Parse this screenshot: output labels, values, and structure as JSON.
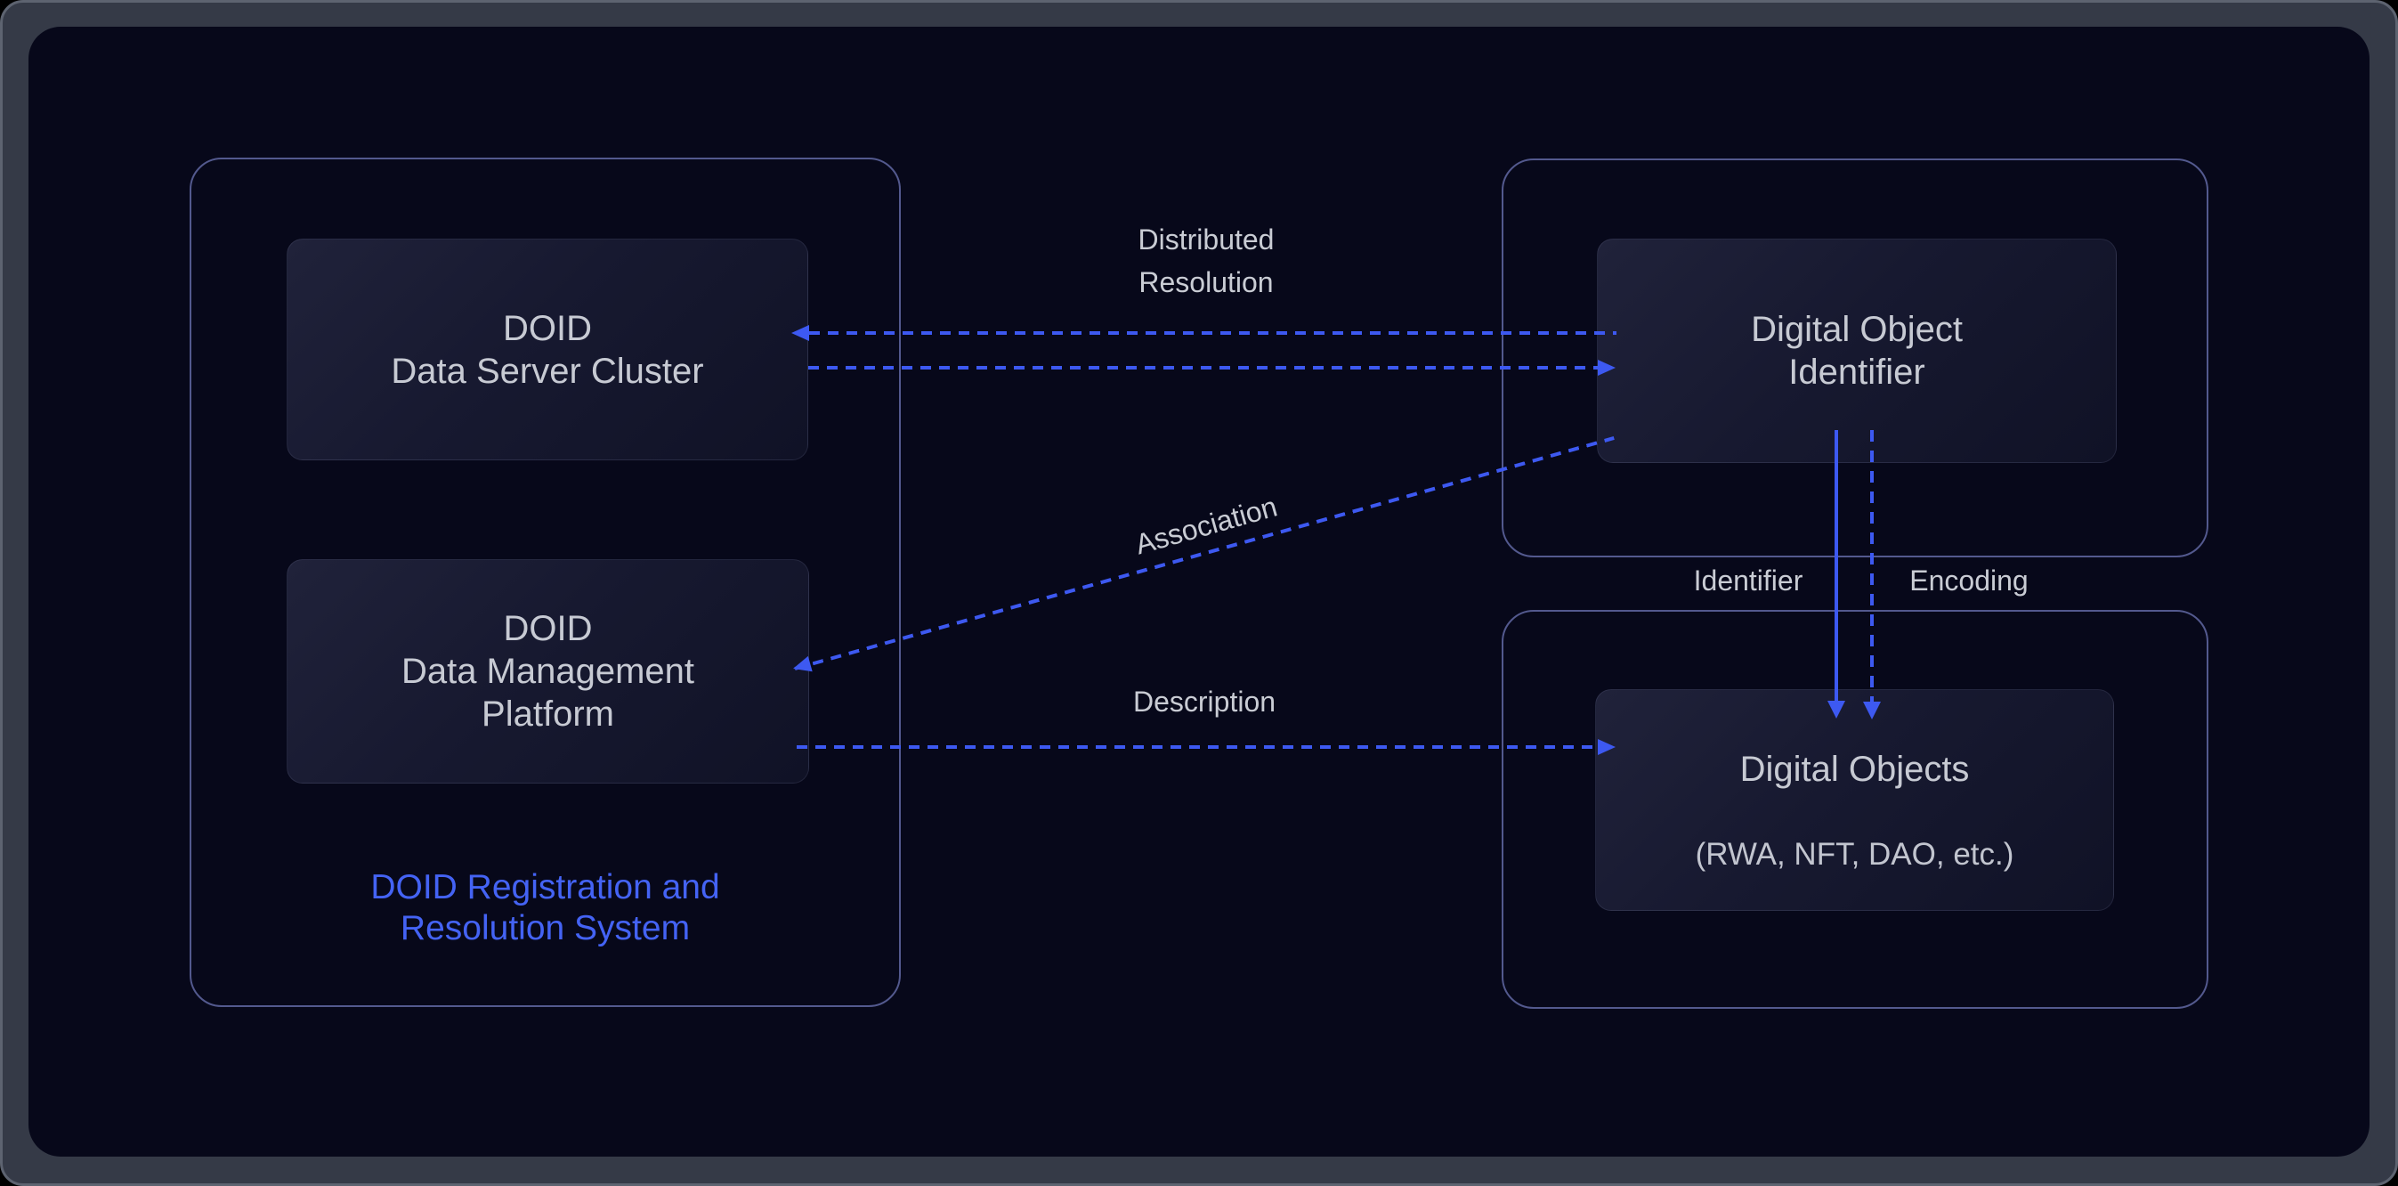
{
  "diagram": {
    "left_system": {
      "caption": {
        "line1": "DOID Registration and",
        "line2": "Resolution System"
      },
      "server_cluster": {
        "line1": "DOID",
        "line2": "Data Server Cluster"
      },
      "management_platform": {
        "line1": "DOID",
        "line2": "Data Management",
        "line3": "Platform"
      }
    },
    "right_top": {
      "doi_box": {
        "line1": "Digital Object",
        "line2": "Identifier"
      }
    },
    "right_bottom": {
      "objects_box": {
        "line1": "Digital Objects",
        "line2": "(RWA, NFT, DAO, etc.)"
      }
    },
    "labels": {
      "distributed_resolution": {
        "line1": "Distributed",
        "line2": "Resolution"
      },
      "association": "Association",
      "description": "Description",
      "identifier": "Identifier",
      "encoding": "Encoding"
    },
    "colors": {
      "arrow_blue": "#3d59f1",
      "caption_blue": "#4463f4",
      "container_border": "#7d85cd",
      "panel_bg": "#07081a",
      "frame_bg": "#353a47",
      "frame_edge": "#5d6370",
      "box_text": "#c7cad3",
      "label_text": "#c9ccd4"
    }
  }
}
